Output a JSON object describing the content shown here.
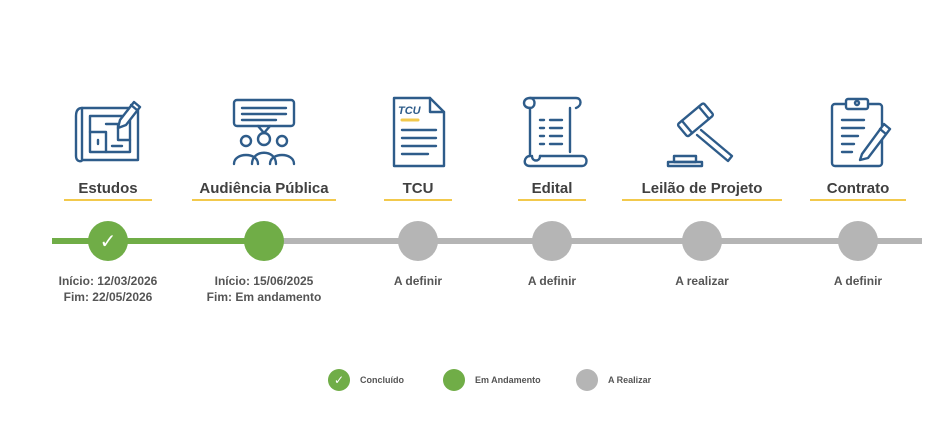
{
  "colors": {
    "done": "#70ad47",
    "in_progress": "#70ad47",
    "pending": "#b5b5b5",
    "icon": "#2e5c8a",
    "underline": "#f2c94c"
  },
  "steps": [
    {
      "label": "Estudos",
      "icon": "blueprint-icon",
      "status": "done",
      "dates": [
        "Início: 12/03/2026",
        "Fim: 22/05/2026"
      ]
    },
    {
      "label": "Audiência Pública",
      "icon": "public-hearing-icon",
      "status": "in_progress",
      "dates": [
        "Início: 15/06/2025",
        "Fim: Em andamento"
      ]
    },
    {
      "label": "TCU",
      "icon": "tcu-document-icon",
      "status": "pending",
      "dates": [
        "A definir"
      ]
    },
    {
      "label": "Edital",
      "icon": "scroll-icon",
      "status": "pending",
      "dates": [
        "A definir"
      ]
    },
    {
      "label": "Leilão de Projeto",
      "icon": "gavel-icon",
      "status": "pending",
      "dates": [
        "A realizar"
      ]
    },
    {
      "label": "Contrato",
      "icon": "contract-icon",
      "status": "pending",
      "dates": [
        "A definir"
      ]
    }
  ],
  "tcu_logo_text": "TCU",
  "check_glyph": "✓",
  "legend": {
    "done": "Concluído",
    "in_progress": "Em Andamento",
    "pending": "A Realizar"
  }
}
